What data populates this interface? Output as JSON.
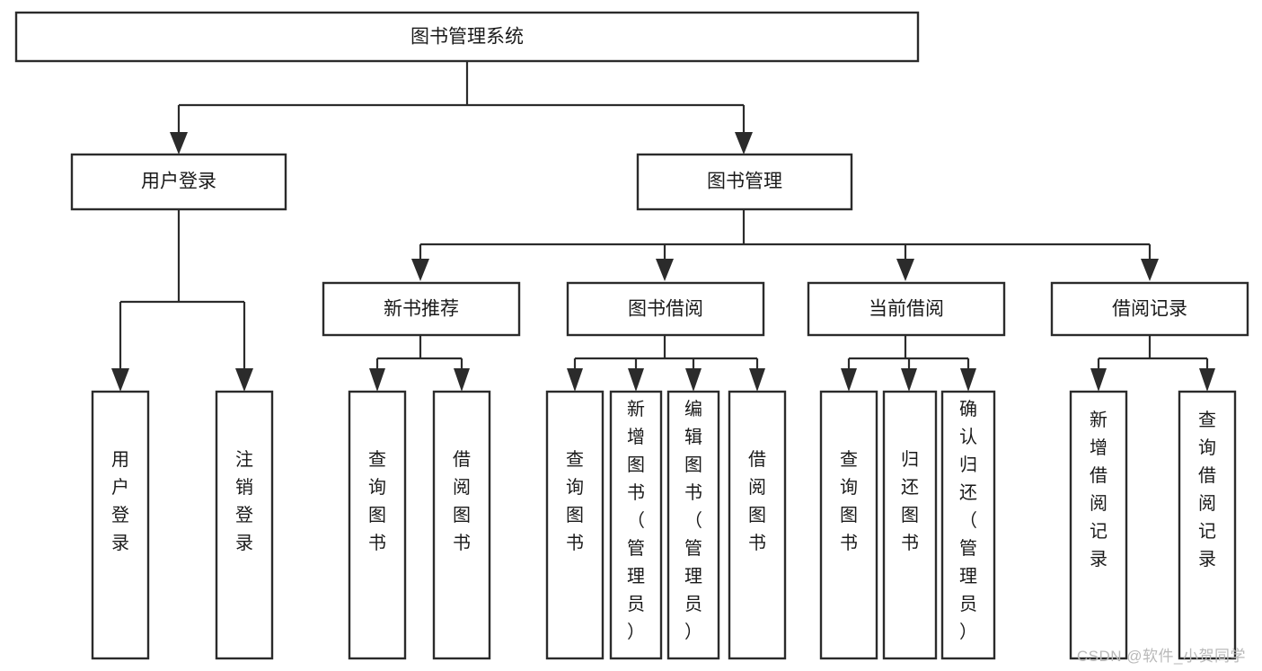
{
  "diagram": {
    "type": "tree-hierarchy",
    "orientation": "top-down",
    "title": "图书管理系统",
    "watermark": "CSDN @软件_小贺同学",
    "colors": {
      "stroke": "#2b2b2b",
      "fill": "#ffffff",
      "text": "#1a1a1a",
      "watermark": "#b9b9b9",
      "background": "#ffffff"
    },
    "levels": {
      "root": {
        "label": "图书管理系统"
      },
      "level2": [
        {
          "id": "user-login",
          "label": "用户登录"
        },
        {
          "id": "book-manage",
          "label": "图书管理"
        }
      ],
      "level3": [
        {
          "id": "new-book-recommend",
          "label": "新书推荐",
          "parent": "book-manage"
        },
        {
          "id": "book-borrow",
          "label": "图书借阅",
          "parent": "book-manage"
        },
        {
          "id": "current-borrow",
          "label": "当前借阅",
          "parent": "book-manage"
        },
        {
          "id": "borrow-record",
          "label": "借阅记录",
          "parent": "book-manage"
        }
      ],
      "leaves": [
        {
          "id": "leaf-user-login",
          "label": "用户登录",
          "parent": "user-login"
        },
        {
          "id": "leaf-user-logout",
          "label": "注销登录",
          "parent": "user-login"
        },
        {
          "id": "leaf-query-book-1",
          "label": "查询图书",
          "parent": "new-book-recommend"
        },
        {
          "id": "leaf-borrow-book-1",
          "label": "借阅图书",
          "parent": "new-book-recommend"
        },
        {
          "id": "leaf-query-book-2",
          "label": "查询图书",
          "parent": "book-borrow"
        },
        {
          "id": "leaf-add-book",
          "label": "新增图书（管理员）",
          "parent": "book-borrow"
        },
        {
          "id": "leaf-edit-book",
          "label": "编辑图书（管理员）",
          "parent": "book-borrow"
        },
        {
          "id": "leaf-borrow-book-2",
          "label": "借阅图书",
          "parent": "book-borrow"
        },
        {
          "id": "leaf-query-book-3",
          "label": "查询图书",
          "parent": "current-borrow"
        },
        {
          "id": "leaf-return-book",
          "label": "归还图书",
          "parent": "current-borrow"
        },
        {
          "id": "leaf-confirm-return",
          "label": "确认归还（管理员）",
          "parent": "current-borrow"
        },
        {
          "id": "leaf-add-record",
          "label": "新增借阅记录",
          "parent": "borrow-record"
        },
        {
          "id": "leaf-query-record",
          "label": "查询借阅记录",
          "parent": "borrow-record"
        }
      ]
    }
  }
}
